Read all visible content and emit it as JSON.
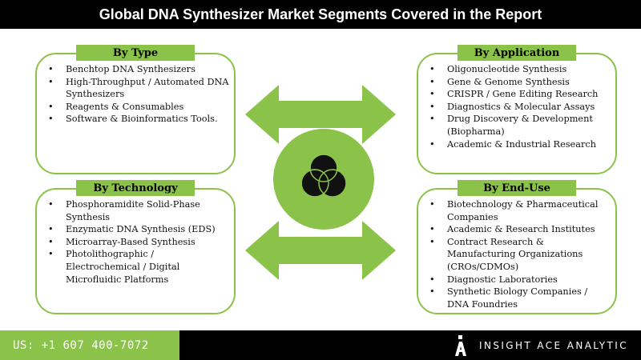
{
  "title": "Global DNA Synthesizer Market Segments Covered in the Report",
  "panels": {
    "type": {
      "header": "By Type",
      "items": [
        "Benchtop DNA Synthesizers",
        "High-Throughput / Automated DNA Synthesizers",
        "Reagents & Consumables",
        "Software & Bioinformatics Tools."
      ]
    },
    "application": {
      "header": "By Application",
      "items": [
        "Oligonucleotide Synthesis",
        "Gene & Genome Synthesis",
        "CRISPR / Gene Editing Research",
        "Diagnostics & Molecular Assays",
        "Drug Discovery & Development (Biopharma)",
        "Academic & Industrial Research"
      ]
    },
    "technology": {
      "header": "By Technology",
      "items": [
        "Phosphoramidite Solid-Phase Synthesis",
        "Enzymatic DNA Synthesis (EDS)",
        "Microarray-Based Synthesis",
        "Photolithographic / Electrochemical / Digital Microfluidic Platforms"
      ]
    },
    "end_use": {
      "header": "By End-Use",
      "items": [
        "Biotechnology & Pharmaceutical Companies",
        "Academic & Research Institutes",
        "Contract Research & Manufacturing Organizations (CROs/CDMOs)",
        "Diagnostic Laboratories",
        "Synthetic Biology Companies / DNA Foundries"
      ]
    }
  },
  "center": {
    "icon": "three-circles-venn-icon"
  },
  "footer": {
    "phone": "US: +1 607 400-7072",
    "brand": "INSIGHT ACE ANALYTIC",
    "logo_icon": "insightace-logo-icon"
  },
  "colors": {
    "accent_green": "#8bc34a",
    "title_bg": "#000000",
    "footer_dark": "#000000"
  }
}
